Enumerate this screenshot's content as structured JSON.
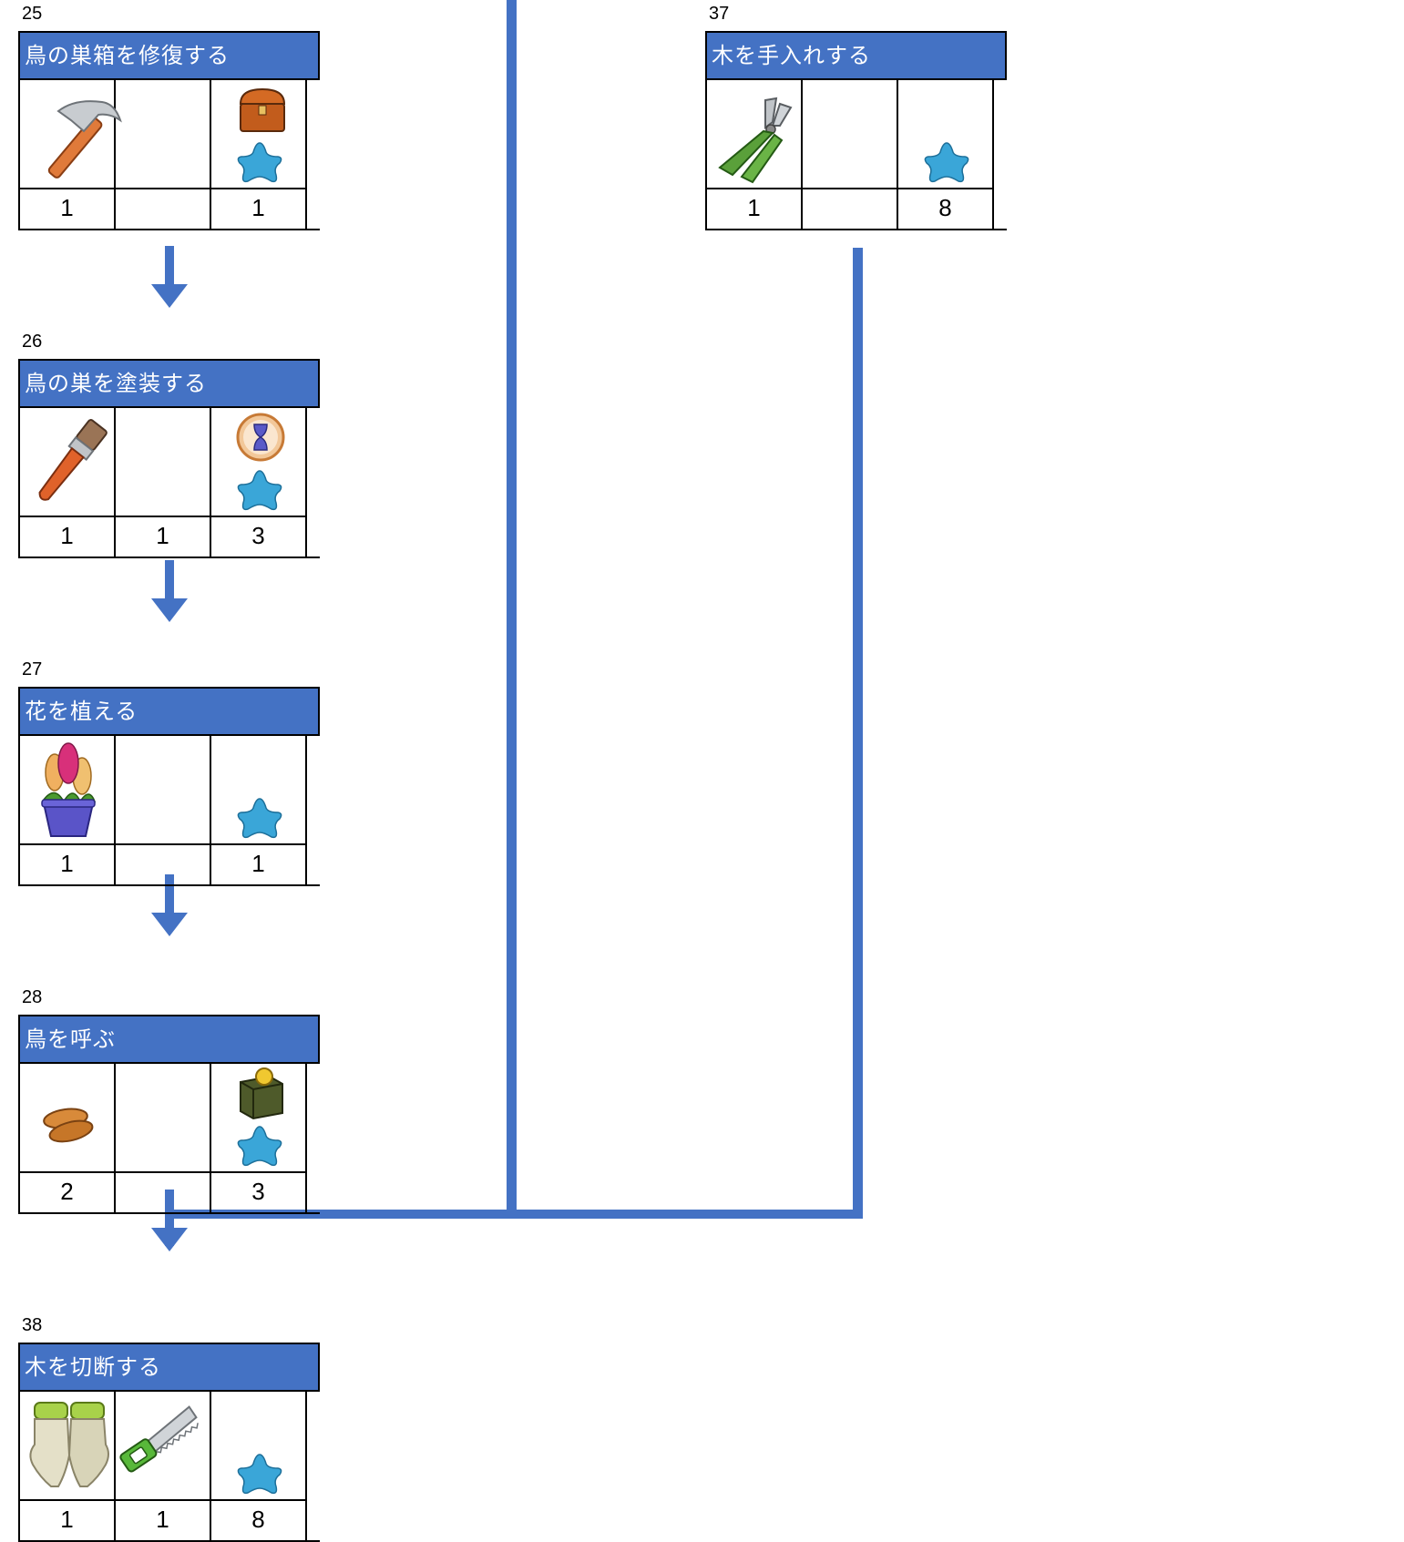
{
  "tasks": {
    "t25": {
      "number": "25",
      "title": "鳥の巣箱を修復する",
      "icons": [
        "hammer-icon",
        "",
        "chest-icon"
      ],
      "counts": [
        "1",
        "",
        "1"
      ]
    },
    "t26": {
      "number": "26",
      "title": "鳥の巣を塗装する",
      "icons": [
        "paintbrush-icon",
        "",
        "hourglass-icon"
      ],
      "counts": [
        "1",
        "1",
        "3"
      ]
    },
    "t27": {
      "number": "27",
      "title": "花を植える",
      "icons": [
        "flower-pot-icon",
        "",
        ""
      ],
      "counts": [
        "1",
        "",
        "1"
      ]
    },
    "t28": {
      "number": "28",
      "title": "鳥を呼ぶ",
      "icons": [
        "seeds-icon",
        "",
        "money-box-icon"
      ],
      "counts": [
        "2",
        "",
        "3"
      ]
    },
    "t37": {
      "number": "37",
      "title": "木を手入れする",
      "icons": [
        "pruning-shears-icon",
        "",
        ""
      ],
      "counts": [
        "1",
        "",
        "8"
      ]
    },
    "t38": {
      "number": "38",
      "title": "木を切断する",
      "icons": [
        "gloves-icon",
        "saw-icon",
        ""
      ],
      "counts": [
        "1",
        "1",
        "8"
      ]
    }
  },
  "reward_icon": "blue-star-icon",
  "colors": {
    "header": "#4472c4",
    "connector": "#4472c4",
    "star": "#3aa6d8"
  }
}
